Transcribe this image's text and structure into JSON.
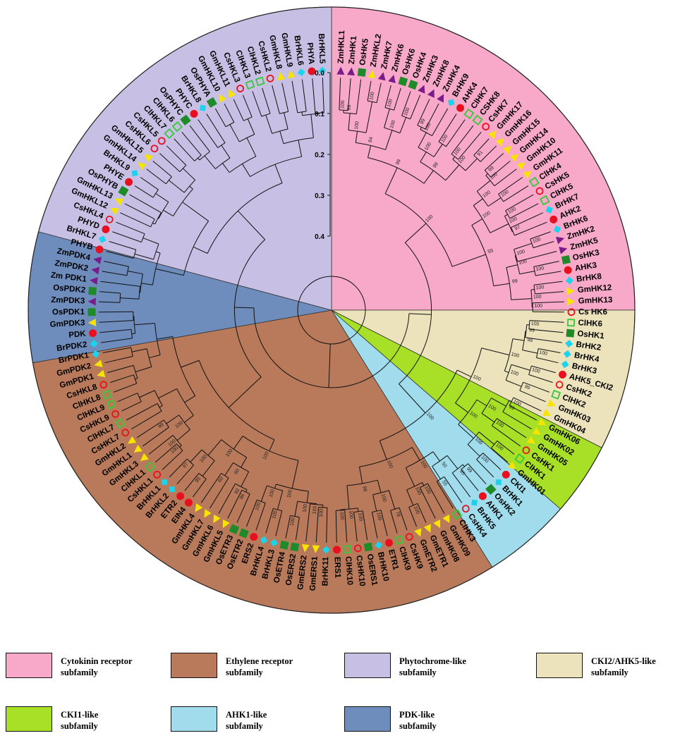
{
  "subfamilies": [
    {
      "key": "cytokinin",
      "label": "Cytokinin receptor\nsubfamily",
      "color": "#f8a8c8"
    },
    {
      "key": "ethylene",
      "label": "Ethylene receptor\nsubfamily",
      "color": "#b87a5a"
    },
    {
      "key": "phytochrome",
      "label": "Phytochrome-like\nsubfamily",
      "color": "#c8c0e4"
    },
    {
      "key": "cki2",
      "label": "CKI2/AHK5-like\nsubfamily",
      "color": "#ece2bc"
    },
    {
      "key": "cki1",
      "label": "CKI1-like\nsubfamily",
      "color": "#a8e028"
    },
    {
      "key": "ahk1",
      "label": "AHK1-like\nsubfamily",
      "color": "#a0dcec"
    },
    {
      "key": "pdk",
      "label": "PDK-like\nsubfamily",
      "color": "#6e8cbc"
    }
  ],
  "scale_ticks": [
    "0.0",
    "0.1",
    "0.2",
    "0.3",
    "0.4"
  ],
  "marker_colors": {
    "tri_purple": "#7a1c8a",
    "square_green": "#1f8a2a",
    "circle_red": "#e8101e",
    "diamond_cyan": "#18d4ec",
    "ring_red": "#e8101e",
    "open_square": "#38c838",
    "tri_yellow": "#f6e400"
  },
  "sectors": [
    {
      "key": "cytokinin",
      "a0": 0,
      "a1": 90
    },
    {
      "key": "cki2",
      "a0": 90,
      "a1": 117
    },
    {
      "key": "cki1",
      "a0": 117,
      "a1": 131
    },
    {
      "key": "ahk1",
      "a0": 131,
      "a1": 148
    },
    {
      "key": "ethylene",
      "a0": 148,
      "a1": 260
    },
    {
      "key": "pdk",
      "a0": 260,
      "a1": 285
    },
    {
      "key": "phytochrome",
      "a0": 285,
      "a1": 360
    }
  ],
  "leaves": [
    {
      "label": "ZmHKL1",
      "marker": "tri_purple"
    },
    {
      "label": "ZmHK1",
      "marker": "tri_purple"
    },
    {
      "label": "OsHK5",
      "marker": "square_green"
    },
    {
      "label": "ZmHKL2",
      "marker": "tri_yellow"
    },
    {
      "label": "ZmHK7",
      "marker": "tri_purple"
    },
    {
      "label": "ZmHK6",
      "marker": "tri_purple"
    },
    {
      "label": "OsHK6",
      "marker": "square_green"
    },
    {
      "label": "OsHK4",
      "marker": "square_green"
    },
    {
      "label": "ZmHK3",
      "marker": "tri_purple"
    },
    {
      "label": "ZmHK8",
      "marker": "tri_purple"
    },
    {
      "label": "ZmHK4",
      "marker": "tri_purple"
    },
    {
      "label": "BrHK9",
      "marker": "diamond_cyan"
    },
    {
      "label": "AHK4",
      "marker": "circle_red"
    },
    {
      "label": "ClHK7",
      "marker": "open_square"
    },
    {
      "label": "CSHK8",
      "marker": "open_square"
    },
    {
      "label": "CsHK7",
      "marker": "ring_red"
    },
    {
      "label": "GmHK17",
      "marker": "tri_yellow"
    },
    {
      "label": "GmHK16",
      "marker": "tri_yellow"
    },
    {
      "label": "GmHK15",
      "marker": "tri_yellow"
    },
    {
      "label": "GmHK14",
      "marker": "tri_yellow"
    },
    {
      "label": "GmHK10",
      "marker": "tri_yellow"
    },
    {
      "label": "GmHK11",
      "marker": "tri_yellow"
    },
    {
      "label": "ClHK4",
      "marker": "open_square"
    },
    {
      "label": "CsHK5",
      "marker": "ring_red"
    },
    {
      "label": "ClHK5",
      "marker": "open_square"
    },
    {
      "label": "BrHK7",
      "marker": "diamond_cyan"
    },
    {
      "label": "AHK2",
      "marker": "circle_red"
    },
    {
      "label": "BrHK6",
      "marker": "diamond_cyan"
    },
    {
      "label": "ZmHK2",
      "marker": "tri_purple"
    },
    {
      "label": "ZmHK5",
      "marker": "tri_purple"
    },
    {
      "label": "OsHK3",
      "marker": "square_green"
    },
    {
      "label": "AHK3",
      "marker": "circle_red"
    },
    {
      "label": "BrHK8",
      "marker": "diamond_cyan"
    },
    {
      "label": "GmHK12",
      "marker": "tri_yellow"
    },
    {
      "label": "GmHK13",
      "marker": "tri_yellow"
    },
    {
      "label": "Cs HK6",
      "marker": "ring_red"
    },
    {
      "label": "ClHK6",
      "marker": "open_square"
    },
    {
      "label": "OsHK1",
      "marker": "square_green"
    },
    {
      "label": "BrHK2",
      "marker": "diamond_cyan"
    },
    {
      "label": "BrHK4",
      "marker": "diamond_cyan"
    },
    {
      "label": "BrHK3",
      "marker": "diamond_cyan"
    },
    {
      "label": "AHK5_CKI2",
      "marker": "circle_red"
    },
    {
      "label": "CsHK2",
      "marker": "ring_red"
    },
    {
      "label": "ClHK2",
      "marker": "open_square"
    },
    {
      "label": "GmHK03",
      "marker": "tri_yellow"
    },
    {
      "label": "GmHK04",
      "marker": "tri_yellow"
    },
    {
      "label": "GmHK06",
      "marker": "tri_yellow"
    },
    {
      "label": "GmHK02",
      "marker": "tri_yellow"
    },
    {
      "label": "GmHK05",
      "marker": "tri_yellow"
    },
    {
      "label": "CsHK1",
      "marker": "ring_red"
    },
    {
      "label": "ClHK1",
      "marker": "open_square"
    },
    {
      "label": "GmHK01",
      "marker": "tri_yellow"
    },
    {
      "label": "CKI1",
      "marker": "circle_red"
    },
    {
      "label": "BrHK1",
      "marker": "diamond_cyan"
    },
    {
      "label": "OsHK2",
      "marker": "square_green"
    },
    {
      "label": "AHK1",
      "marker": "circle_red"
    },
    {
      "label": "BrHK5",
      "marker": "diamond_cyan"
    },
    {
      "label": "CsHK4",
      "marker": "ring_red"
    },
    {
      "label": "ClHK3",
      "marker": "open_square"
    },
    {
      "label": "GmHK09",
      "marker": "tri_yellow"
    },
    {
      "label": "GmHK08",
      "marker": "tri_yellow"
    },
    {
      "label": "GmETR1",
      "marker": "tri_yellow"
    },
    {
      "label": "GmETR2",
      "marker": "tri_yellow"
    },
    {
      "label": "CsHK9",
      "marker": "ring_red"
    },
    {
      "label": "ClHK9",
      "marker": "open_square"
    },
    {
      "label": "ETR1",
      "marker": "circle_red"
    },
    {
      "label": "BrHK10",
      "marker": "diamond_cyan"
    },
    {
      "label": "OsERS1",
      "marker": "square_green"
    },
    {
      "label": "CsHK10",
      "marker": "ring_red"
    },
    {
      "label": "ClHK10",
      "marker": "open_square"
    },
    {
      "label": "ERS1",
      "marker": "circle_red"
    },
    {
      "label": "BrHK11",
      "marker": "diamond_cyan"
    },
    {
      "label": "GmERS1",
      "marker": "tri_yellow"
    },
    {
      "label": "GmERS2",
      "marker": "tri_yellow"
    },
    {
      "label": "OsERS2",
      "marker": "square_green"
    },
    {
      "label": "OsETR4",
      "marker": "square_green"
    },
    {
      "label": "BrHKL3",
      "marker": "diamond_cyan"
    },
    {
      "label": "BrHKL4",
      "marker": "diamond_cyan"
    },
    {
      "label": "ERS2",
      "marker": "circle_red"
    },
    {
      "label": "OsETR2",
      "marker": "square_green"
    },
    {
      "label": "OsETR3",
      "marker": "square_green"
    },
    {
      "label": "GmHKL5",
      "marker": "tri_yellow"
    },
    {
      "label": "GmHKL6",
      "marker": "tri_yellow"
    },
    {
      "label": "GmHKL7",
      "marker": "tri_yellow"
    },
    {
      "label": "GmHKL4",
      "marker": "tri_yellow"
    },
    {
      "label": "EIN4",
      "marker": "circle_red"
    },
    {
      "label": "ETR2",
      "marker": "circle_red"
    },
    {
      "label": "BrHKL2",
      "marker": "diamond_cyan"
    },
    {
      "label": "BrHKL1",
      "marker": "diamond_cyan"
    },
    {
      "label": "CsHKL1",
      "marker": "ring_red"
    },
    {
      "label": "ClHKL1",
      "marker": "open_square"
    },
    {
      "label": "GmHKL3",
      "marker": "tri_yellow"
    },
    {
      "label": "GmHKL1",
      "marker": "tri_yellow"
    },
    {
      "label": "GmHKL2",
      "marker": "tri_yellow"
    },
    {
      "label": "CsHKL7",
      "marker": "ring_red"
    },
    {
      "label": "ClHKL7",
      "marker": "open_square"
    },
    {
      "label": "CsHKL9",
      "marker": "ring_red"
    },
    {
      "label": "ClHKL9",
      "marker": "open_square"
    },
    {
      "label": "ClHKL8",
      "marker": "open_square"
    },
    {
      "label": "CsHKL8",
      "marker": "ring_red"
    },
    {
      "label": "GmPDK1",
      "marker": "tri_yellow"
    },
    {
      "label": "GmPDK2",
      "marker": "tri_yellow"
    },
    {
      "label": "BrPDK1",
      "marker": "diamond_cyan"
    },
    {
      "label": "BrPDK2",
      "marker": "diamond_cyan"
    },
    {
      "label": "PDK",
      "marker": "circle_red"
    },
    {
      "label": "GmPDK3",
      "marker": "tri_yellow"
    },
    {
      "label": "OsPDK1",
      "marker": "square_green"
    },
    {
      "label": "ZmPDK3",
      "marker": "tri_purple"
    },
    {
      "label": "OsPDK2",
      "marker": "square_green"
    },
    {
      "label": "Zm PDK1",
      "marker": "tri_purple"
    },
    {
      "label": "ZmPDK2",
      "marker": "tri_purple"
    },
    {
      "label": "ZmPDK4",
      "marker": "tri_purple"
    },
    {
      "label": "PHYB",
      "marker": "circle_red"
    },
    {
      "label": "BrHKL7",
      "marker": "diamond_cyan"
    },
    {
      "label": "PHYD",
      "marker": "circle_red"
    },
    {
      "label": "CsHKL4",
      "marker": "ring_red"
    },
    {
      "label": "GmHKL12",
      "marker": "tri_yellow"
    },
    {
      "label": "GmHKL13",
      "marker": "tri_yellow"
    },
    {
      "label": "OsPHYB",
      "marker": "square_green"
    },
    {
      "label": "PHYE",
      "marker": "circle_red"
    },
    {
      "label": "BrHKL9",
      "marker": "diamond_cyan"
    },
    {
      "label": "GmHKL14",
      "marker": "tri_yellow"
    },
    {
      "label": "GmHKL15",
      "marker": "tri_yellow"
    },
    {
      "label": "CsHKL6",
      "marker": "ring_red"
    },
    {
      "label": "CsHKL5",
      "marker": "ring_red"
    },
    {
      "label": "ClHKL7",
      "marker": "open_square"
    },
    {
      "label": "ClHKL6",
      "marker": "open_square"
    },
    {
      "label": "OsPHYC",
      "marker": "square_green"
    },
    {
      "label": "PHYC",
      "marker": "circle_red"
    },
    {
      "label": "BrHKL8",
      "marker": "diamond_cyan"
    },
    {
      "label": "OsPHYA",
      "marker": "square_green"
    },
    {
      "label": "GmHKL10",
      "marker": "tri_yellow"
    },
    {
      "label": "GmHKL11",
      "marker": "tri_yellow"
    },
    {
      "label": "CsHKL3",
      "marker": "ring_red"
    },
    {
      "label": "ClHKL3",
      "marker": "open_square"
    },
    {
      "label": "ClHKL2",
      "marker": "open_square"
    },
    {
      "label": "CsHKL2",
      "marker": "ring_red"
    },
    {
      "label": "GmHKL8",
      "marker": "tri_yellow"
    },
    {
      "label": "GmHKL9",
      "marker": "tri_yellow"
    },
    {
      "label": "BrHKL6",
      "marker": "diamond_cyan"
    },
    {
      "label": "PHYA",
      "marker": "circle_red"
    },
    {
      "label": "BrHKL5",
      "marker": "diamond_cyan"
    }
  ],
  "bootstrap_labels": [
    "100",
    "99",
    "100",
    "100",
    "100",
    "100",
    "100",
    "94",
    "99",
    "100",
    "100",
    "100",
    "100",
    "91",
    "100",
    "99",
    "99",
    "99",
    "100",
    "100",
    "100",
    "100",
    "97",
    "100",
    "100",
    "100",
    "100",
    "100",
    "100",
    "100",
    "100",
    "100",
    "99",
    "55",
    "100",
    "100",
    "99",
    "100",
    "98",
    "100",
    "99",
    "100",
    "100",
    "100",
    "99",
    "100",
    "100",
    "100",
    "100",
    "100",
    "100",
    "100",
    "99",
    "95",
    "55",
    "50",
    "100",
    "100",
    "100",
    "100",
    "78",
    "100",
    "100",
    "100",
    "100",
    "100",
    "98",
    "100",
    "100",
    "100",
    "100",
    "100",
    "100",
    "100",
    "100",
    "100",
    "100",
    "96",
    "82",
    "60",
    "60",
    "95",
    "97",
    "100",
    "100",
    "100",
    "100",
    "100",
    "99",
    "100"
  ]
}
